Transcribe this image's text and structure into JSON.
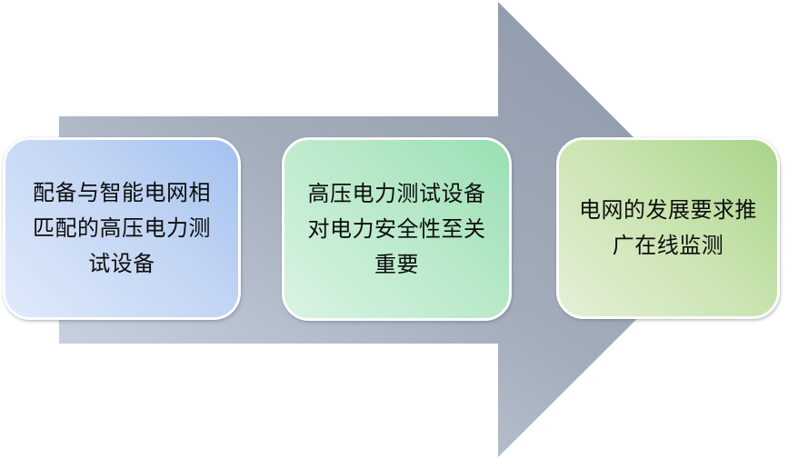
{
  "diagram": {
    "title": "high-voltage power testing process arrow diagram",
    "background_color": "#ffffff",
    "arrow": {
      "direction": "right",
      "gradient_light": "#cfdaea",
      "gradient_dark": "#8a95a7"
    },
    "boxes": [
      {
        "id": 1,
        "fill_top": "#a3c1f0",
        "fill_bottom": "#dfe9fb",
        "lines": [
          "配备与智能电网相",
          "匹配的高压电力测",
          "试设备"
        ]
      },
      {
        "id": 2,
        "fill_top": "#9adfb3",
        "fill_bottom": "#d9f3e2",
        "lines": [
          "高压电力测试设备",
          "对电力安全性至关",
          "重要"
        ]
      },
      {
        "id": 3,
        "fill_top": "#a8d489",
        "fill_bottom": "#e4f0d7",
        "lines": [
          "电网的发展要求推",
          "广在线监测"
        ]
      }
    ]
  }
}
